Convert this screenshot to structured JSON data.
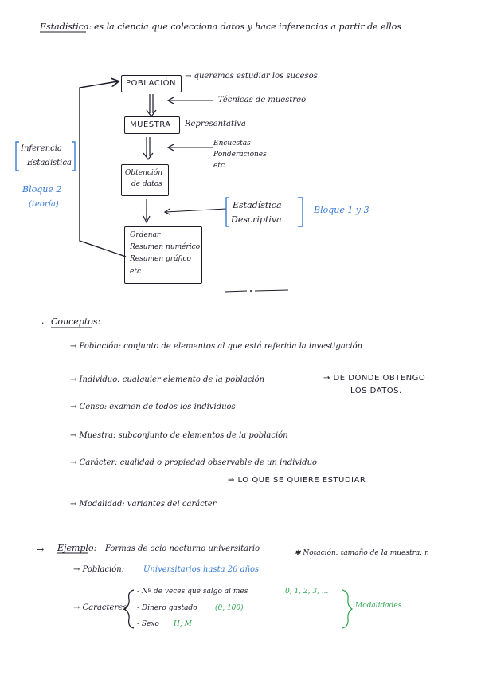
{
  "intro": {
    "term": "Estadística:",
    "definition": "es la ciencia que colecciona datos y hace inferencias a partir de ellos"
  },
  "diagram": {
    "poblacion": "POBLACIÓN",
    "poblacion_note": "→ queremos estudiar los sucesos",
    "tecnicas": "Técnicas de muestreo",
    "muestra": "MUESTRA",
    "representativa": "Representativa",
    "encuestas": [
      "Encuestas",
      "Ponderaciones",
      "etc"
    ],
    "obtencion": [
      "Obtención",
      "de datos"
    ],
    "descriptiva": [
      "Estadística",
      "Descriptiva"
    ],
    "bloques": "Bloque 1 y 3",
    "inferencia": [
      "Inferencia",
      "Estadística"
    ],
    "bloque2": [
      "Bloque 2",
      "(teoría)"
    ],
    "ordenar": [
      "Ordenar",
      "Resumen numérico",
      "Resumen gráfico",
      "etc"
    ]
  },
  "conceptos": {
    "title": "Conceptos:",
    "items": [
      "→ Población: conjunto de elementos al que está referida la investigación",
      "→ Individuo: cualquier elemento de la población",
      "→ Censo: examen de todos los individuos",
      "→ Muestra: subconjunto de elementos de la población",
      "→ Carácter: cualidad o propiedad observable de un individuo",
      "→ Modalidad: variantes del carácter"
    ],
    "individuo_note": [
      "→ DE DÓNDE OBTENGO",
      "LOS DATOS."
    ],
    "caracter_note": "⇒ LO QUE SE QUIERE ESTUDIAR"
  },
  "ejemplo": {
    "label": "Ejemplo:",
    "arrow": "→",
    "title": "Formas de ocio nocturno universitario",
    "notacion": "✱ Notación: tamaño de la muestra: n",
    "poblacion_label": "→ Población:",
    "poblacion_value": "Universitarios hasta 26 años",
    "caracteres_label": "→ Caracteres",
    "caracteres": [
      {
        "text": "- Nº de veces que salgo al mes",
        "value": "0, 1, 2, 3, ..."
      },
      {
        "text": "- Dinero gastado",
        "value": "(0, 100)"
      },
      {
        "text": "- Sexo",
        "value": "H, M"
      }
    ],
    "modalidades": "Modalidades"
  }
}
